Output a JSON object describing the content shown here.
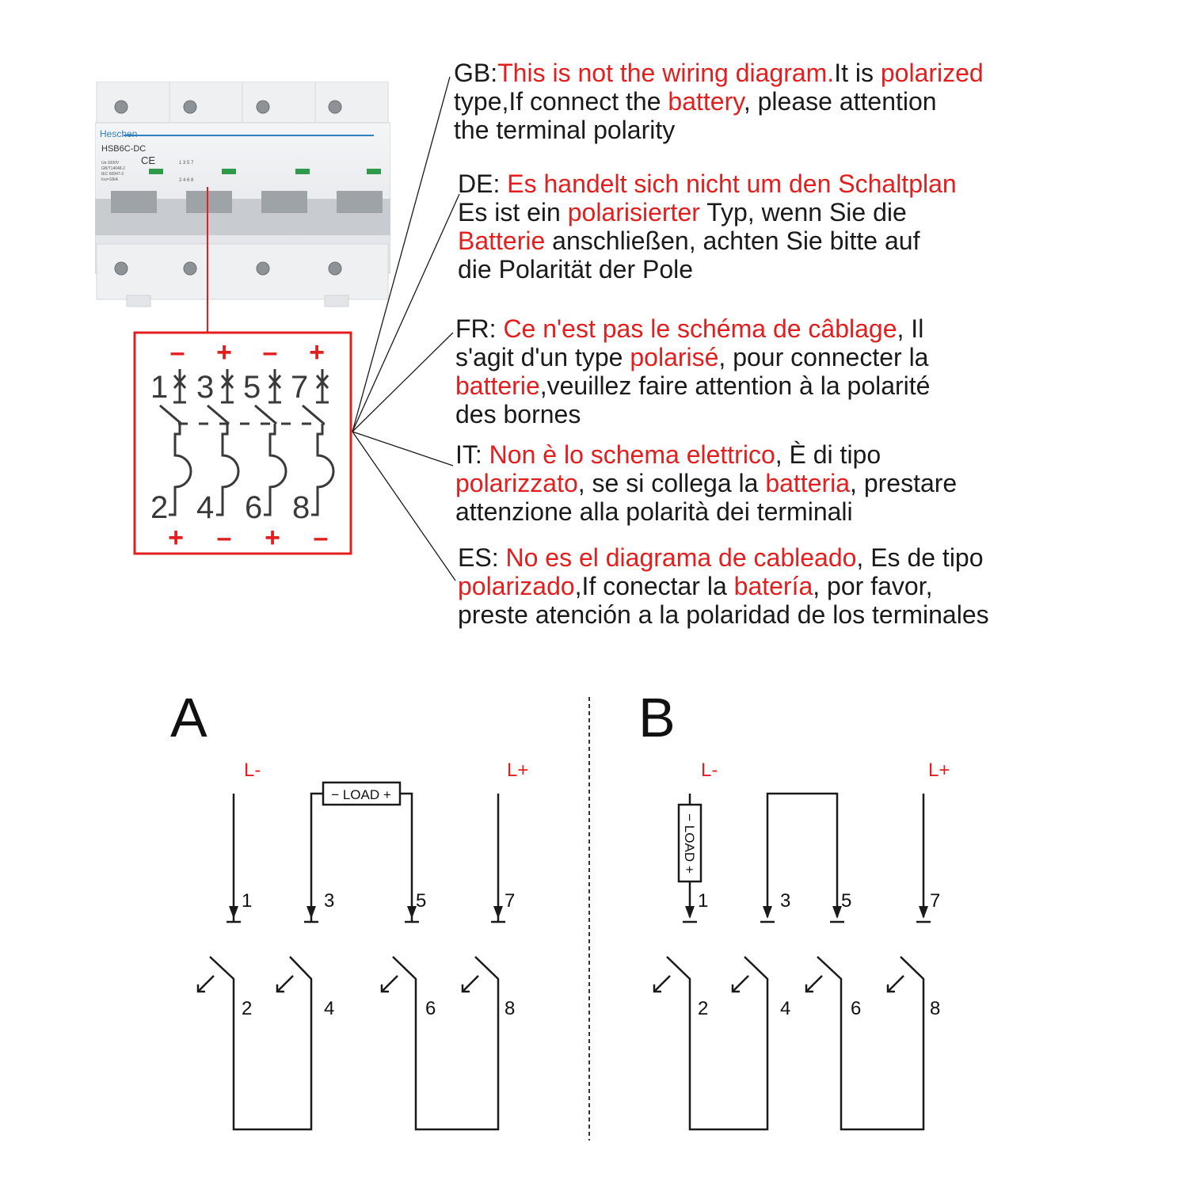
{
  "breaker": {
    "brand": "Heschen",
    "model": "HSB6C-DC",
    "ce_mark": "CE",
    "spec_lines": [
      "Ue:1000V",
      "GB/T14048.2",
      "IEC 60947-2",
      "Icu=10kA"
    ],
    "label_top": "1 3 5 7",
    "label_bottom": "2 4 6 8"
  },
  "symbol": {
    "top_polarity": [
      "–",
      "+",
      "–",
      "+"
    ],
    "top_terminals": [
      "1",
      "3",
      "5",
      "7"
    ],
    "bottom_terminals": [
      "2",
      "4",
      "6",
      "8"
    ],
    "bottom_polarity": [
      "+",
      "–",
      "+",
      "–"
    ],
    "frame_color": "#e31e1e"
  },
  "notes": {
    "gb": {
      "l1": [
        {
          "t": "GB:",
          "c": "k"
        },
        {
          "t": "This is not the wiring diagram.",
          "c": "r"
        },
        {
          "t": "It is ",
          "c": "k"
        },
        {
          "t": "polarized",
          "c": "r"
        }
      ],
      "l2": [
        {
          "t": " type,If connect the ",
          "c": "k"
        },
        {
          "t": "battery",
          "c": "r"
        },
        {
          "t": ", please attention",
          "c": "k"
        }
      ],
      "l3": [
        {
          "t": "the terminal polarity",
          "c": "k"
        }
      ]
    },
    "de": {
      "l1": [
        {
          "t": "DE: ",
          "c": "k"
        },
        {
          "t": "Es handelt sich nicht um den Schaltplan",
          "c": "r"
        }
      ],
      "l2": [
        {
          "t": "Es ist ein ",
          "c": "k"
        },
        {
          "t": "polarisierter",
          "c": "r"
        },
        {
          "t": " Typ, wenn Sie die",
          "c": "k"
        }
      ],
      "l3": [
        {
          "t": "Batterie",
          "c": "r"
        },
        {
          "t": " anschließen, achten Sie bitte auf",
          "c": "k"
        }
      ],
      "l4": [
        {
          "t": "die Polarität der Pole",
          "c": "k"
        }
      ]
    },
    "fr": {
      "l1": [
        {
          "t": "FR: ",
          "c": "k"
        },
        {
          "t": "Ce n'est pas le schéma de câblage",
          "c": "r"
        },
        {
          "t": ", Il",
          "c": "k"
        }
      ],
      "l2": [
        {
          "t": "s'agit d'un type ",
          "c": "k"
        },
        {
          "t": "polarisé",
          "c": "r"
        },
        {
          "t": ", pour connecter la",
          "c": "k"
        }
      ],
      "l3": [
        {
          "t": "batterie",
          "c": "r"
        },
        {
          "t": ",veuillez faire attention à la polarité",
          "c": "k"
        }
      ],
      "l4": [
        {
          "t": "des bornes",
          "c": "k"
        }
      ]
    },
    "it": {
      "l1": [
        {
          "t": "IT: ",
          "c": "k"
        },
        {
          "t": "Non è lo schema elettrico",
          "c": "r"
        },
        {
          "t": ", È di tipo",
          "c": "k"
        }
      ],
      "l2": [
        {
          "t": "polarizzato",
          "c": "r"
        },
        {
          "t": ", se si collega la ",
          "c": "k"
        },
        {
          "t": "batteria",
          "c": "r"
        },
        {
          "t": ", prestare",
          "c": "k"
        }
      ],
      "l3": [
        {
          "t": "attenzione alla polarità dei terminali",
          "c": "k"
        }
      ]
    },
    "es": {
      "l1": [
        {
          "t": "ES: ",
          "c": "k"
        },
        {
          "t": "No es el diagrama de cableado",
          "c": "r"
        },
        {
          "t": ", Es de tipo",
          "c": "k"
        }
      ],
      "l2": [
        {
          "t": "polarizado",
          "c": "r"
        },
        {
          "t": ",If conectar la ",
          "c": "k"
        },
        {
          "t": "batería",
          "c": "r"
        },
        {
          "t": ", por favor,",
          "c": "k"
        }
      ],
      "l3": [
        {
          "t": "preste atención a la polaridad de los terminales",
          "c": "k"
        }
      ]
    }
  },
  "diagram_a": {
    "label": "A",
    "neg": "L-",
    "pos": "L+",
    "load": "− LOAD +",
    "top_terminals": [
      "1",
      "3",
      "5",
      "7"
    ],
    "bottom_terminals": [
      "2",
      "4",
      "6",
      "8"
    ]
  },
  "diagram_b": {
    "label": "B",
    "neg": "L-",
    "pos": "L+",
    "load": "− LOAD +",
    "top_terminals": [
      "1",
      "3",
      "5",
      "7"
    ],
    "bottom_terminals": [
      "2",
      "4",
      "6",
      "8"
    ]
  },
  "colors": {
    "accent": "#e31e1e",
    "text": "#1a1a1a",
    "brand_blue": "#2e7fc0"
  }
}
